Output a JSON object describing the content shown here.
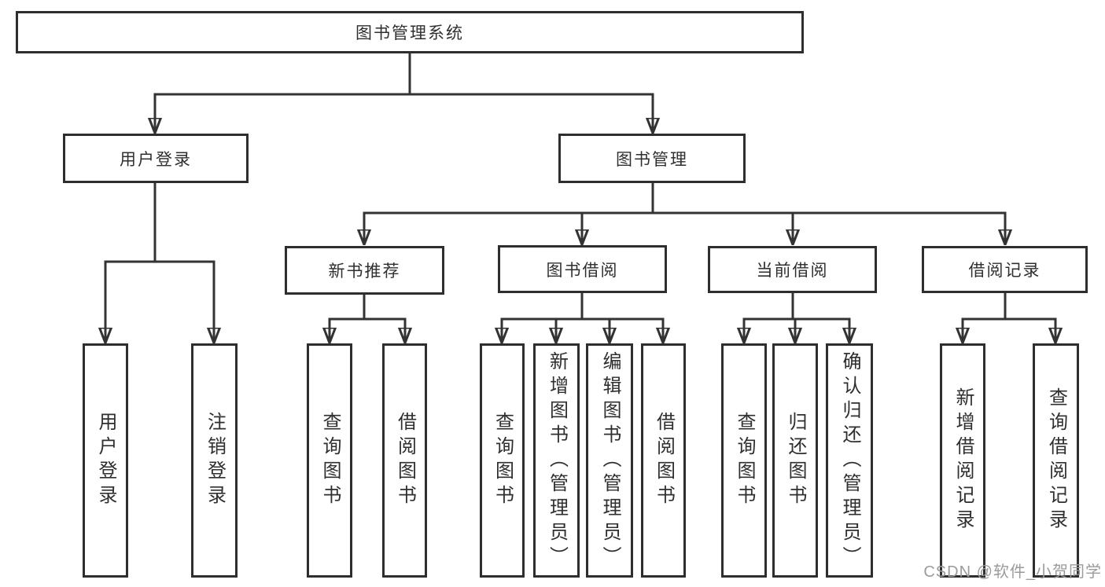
{
  "diagram": {
    "root": {
      "label": "图书管理系统"
    },
    "branches": [
      {
        "label": "用户登录",
        "children": [
          {
            "label": "用户登录"
          },
          {
            "label": "注销登录"
          }
        ]
      },
      {
        "label": "图书管理",
        "children": [
          {
            "label": "新书推荐",
            "children": [
              {
                "label": "查询图书"
              },
              {
                "label": "借阅图书"
              }
            ]
          },
          {
            "label": "图书借阅",
            "children": [
              {
                "label": "查询图书"
              },
              {
                "label": "新增图书（管理员）"
              },
              {
                "label": "编辑图书（管理员）"
              },
              {
                "label": "借阅图书"
              }
            ]
          },
          {
            "label": "当前借阅",
            "children": [
              {
                "label": "查询图书"
              },
              {
                "label": "归还图书"
              },
              {
                "label": "确认归还（管理员）"
              }
            ]
          },
          {
            "label": "借阅记录",
            "children": [
              {
                "label": "新增借阅记录"
              },
              {
                "label": "查询借阅记录"
              }
            ]
          }
        ]
      }
    ]
  },
  "watermark": "CSDN @软件_小贺同学",
  "colors": {
    "line": "#333333",
    "box_border": "#2e2e2e",
    "background": "#ffffff",
    "text": "#2f2f2f",
    "watermark": "#9b9b9b"
  }
}
